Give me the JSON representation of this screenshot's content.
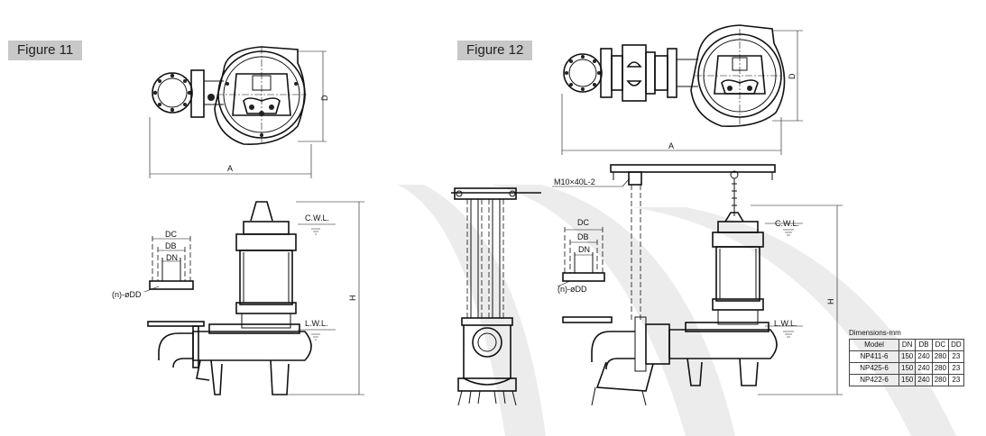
{
  "figure11": {
    "label": "Figure 11",
    "dim_A": "A",
    "dim_D": "D",
    "dim_DC": "DC",
    "dim_DB": "DB",
    "dim_DN": "DN",
    "dim_nDD": "(n)-øDD",
    "cwl": "C.W.L.",
    "lwl": "L.W.L.",
    "dim_H": "H"
  },
  "figure12": {
    "label": "Figure 12",
    "dim_A": "A",
    "dim_D": "D",
    "bolt": "M10×40L-2",
    "dim_DC": "DC",
    "dim_DB": "DB",
    "dim_DN": "DN",
    "dim_nDD": "(n)-øDD",
    "cwl": "C.W.L.",
    "lwl": "L.W.L.",
    "dim_H": "H"
  },
  "table": {
    "caption": "Dimensions-mm",
    "headers": [
      "Model",
      "DN",
      "DB",
      "DC",
      "DD"
    ],
    "rows": [
      [
        "NP411-6",
        "150",
        "240",
        "280",
        "23"
      ],
      [
        "NP425-6",
        "150",
        "240",
        "280",
        "23"
      ],
      [
        "NP422-6",
        "150",
        "240",
        "280",
        "23"
      ]
    ]
  }
}
